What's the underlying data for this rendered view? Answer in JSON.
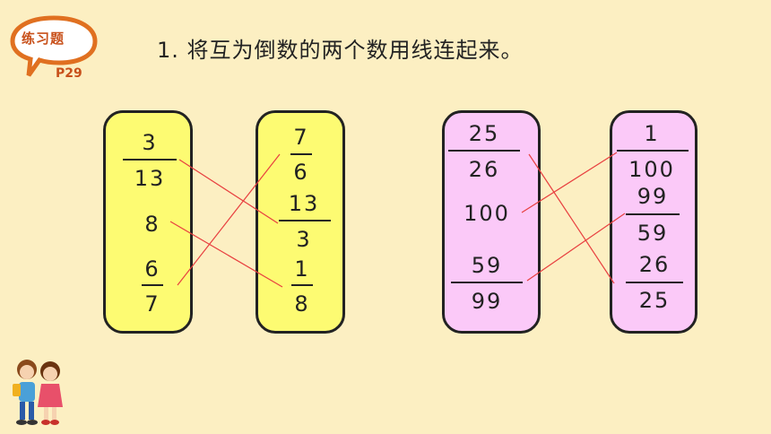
{
  "header": {
    "badge": "练习题",
    "page": "P29",
    "title": "1. 将互为倒数的两个数用线连起来。"
  },
  "col1": {
    "f1_num": "3",
    "f1_den": "13",
    "n": "8",
    "f2_num": "6",
    "f2_den": "7"
  },
  "col2": {
    "f1_num": "7",
    "f1_den": "6",
    "f2_num": "13",
    "f2_den": "3",
    "f3_num": "1",
    "f3_den": "8"
  },
  "col3": {
    "f1_num": "25",
    "f1_den": "26",
    "n": "100",
    "f2_num": "59",
    "f2_den": "99"
  },
  "col4": {
    "f1_num": "1",
    "f1_den": "100",
    "f2_num": "99",
    "f2_den": "59",
    "f3_num": "26",
    "f3_den": "25"
  },
  "colors": {
    "yellow": "#fdfb72",
    "pink": "#fbc9f8",
    "line": "#e84040",
    "badge": "#c8501a"
  }
}
